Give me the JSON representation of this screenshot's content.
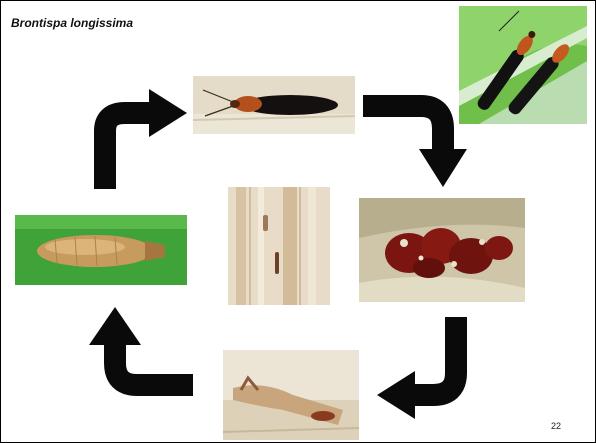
{
  "slide": {
    "title": "Brontispa longissima",
    "page_number": "22"
  },
  "photos": [
    {
      "name": "adult-beetle-pair-photo",
      "icon": "adult-beetles-on-leaf"
    },
    {
      "name": "adult-beetle-photo",
      "icon": "adult-beetle"
    },
    {
      "name": "egg-cluster-photo",
      "icon": "eggs-on-leaf"
    },
    {
      "name": "larva-on-leaf-photo",
      "icon": "larva-on-leaf"
    },
    {
      "name": "leaf-damage-photo",
      "icon": "damaged-leaf"
    },
    {
      "name": "pupa-photo",
      "icon": "pupa"
    }
  ],
  "arrows": [
    "curved-arrow-icon",
    "curved-arrow-icon",
    "curved-arrow-icon",
    "curved-arrow-icon",
    "curved-arrow-icon"
  ],
  "colors": {
    "arrow": "#0a0a0a",
    "leaf_green": "#3fa33a",
    "beetle_orange": "#b8501f",
    "egg_red": "#7a1510"
  }
}
